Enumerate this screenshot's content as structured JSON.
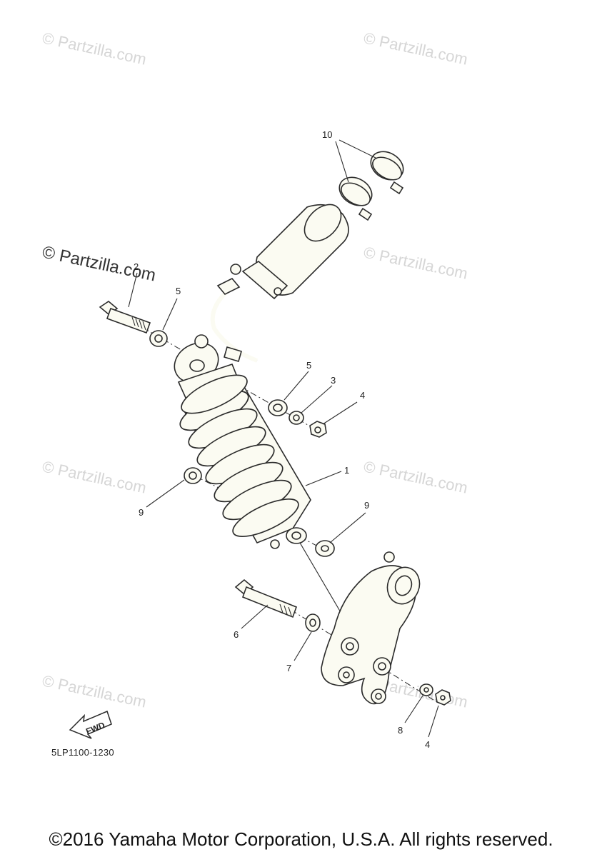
{
  "watermark": "© Partzilla.com",
  "callouts": {
    "c1": "1",
    "c2": "2",
    "c3": "3",
    "c4a": "4",
    "c4b": "4",
    "c5a": "5",
    "c5b": "5",
    "c6": "6",
    "c7": "7",
    "c8": "8",
    "c9a": "9",
    "c9b": "9",
    "c10": "10"
  },
  "fwd_label": "FWD",
  "diagram_code": "5LP1100-1230",
  "copyright": "©2016 Yamaha Motor Corporation, U.S.A. All rights reserved."
}
